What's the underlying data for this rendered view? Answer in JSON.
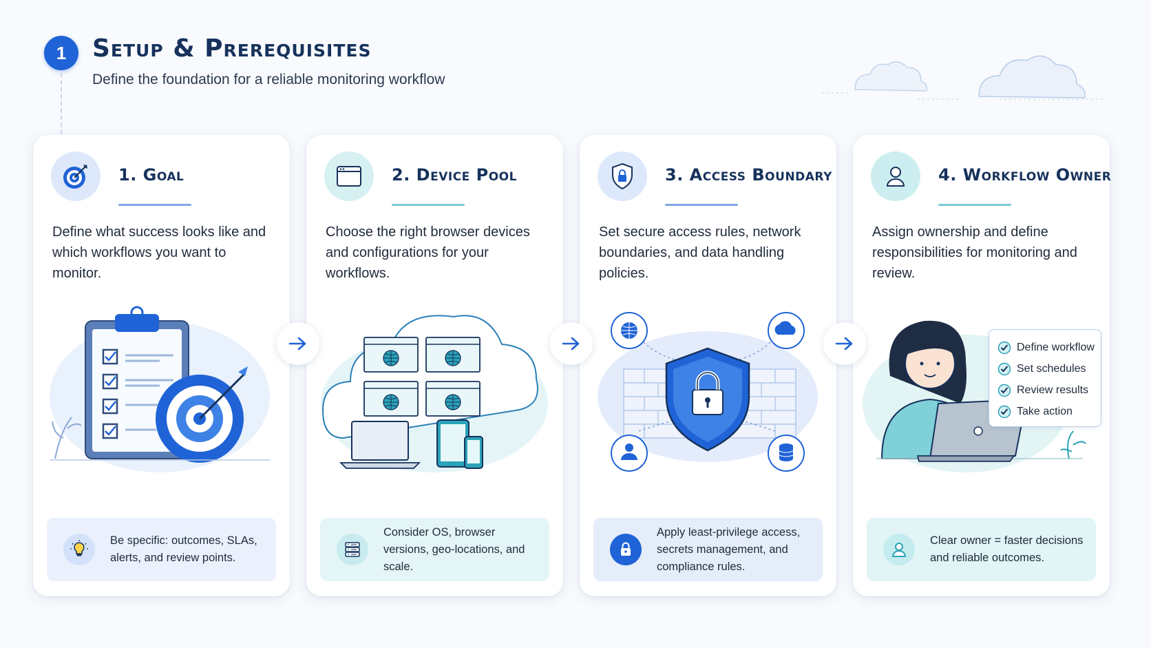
{
  "header": {
    "step_number": "1",
    "title": "Setup & Prerequisites",
    "subtitle": "Define the foundation for a reliable monitoring workflow"
  },
  "cards": [
    {
      "title": "1. Goal",
      "icon": "target-icon",
      "accent": "#1f63d6",
      "description": "Define what success looks like and which workflows you want to monitor.",
      "illustration": "clipboard-target-illustration",
      "tip_icon": "lightbulb-icon",
      "tip": "Be specific: outcomes, SLAs, alerts, and review points."
    },
    {
      "title": "2. Device Pool",
      "icon": "browser-window-icon",
      "accent": "#2ba3b8",
      "description": "Choose the right browser devices and configurations for your workflows.",
      "illustration": "cloud-devices-illustration",
      "tip_icon": "server-icon",
      "tip": "Consider OS, browser versions, geo-locations, and scale."
    },
    {
      "title": "3. Access Boundary",
      "icon": "shield-lock-icon",
      "accent": "#1f63d6",
      "description": "Set secure access rules, network boundaries, and data handling policies.",
      "illustration": "shield-firewall-illustration",
      "tip_icon": "lock-icon",
      "tip": "Apply least-privilege access, secrets management, and compliance rules."
    },
    {
      "title": "4. Workflow Owner",
      "icon": "user-icon",
      "accent": "#2ba3b8",
      "description": "Assign ownership and define responsibilities for monitoring and review.",
      "illustration": "owner-laptop-illustration",
      "checklist": [
        "Define workflow",
        "Set schedules",
        "Review results",
        "Take action"
      ],
      "tip_icon": "user-icon",
      "tip": "Clear owner = faster decisions and reliable outcomes."
    }
  ],
  "colors": {
    "primary_blue": "#1f63d6",
    "teal": "#2ba3b8",
    "navy_text": "#16325c"
  }
}
